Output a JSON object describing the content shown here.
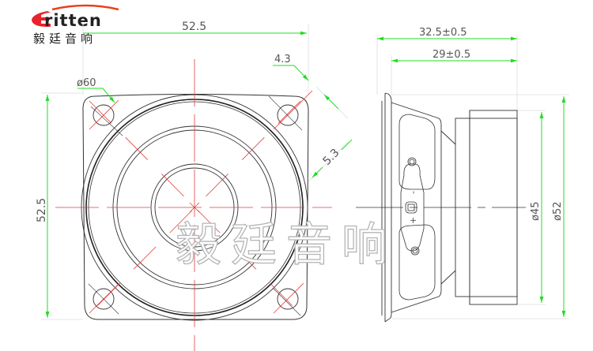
{
  "logo": {
    "brand_latin": "ritten",
    "brand_initial": "E",
    "brand_cn": "毅廷音响",
    "colors": {
      "red": "#e8232e",
      "arc": "#e8401f",
      "text": "#222222"
    }
  },
  "watermark": {
    "text": "毅廷音响"
  },
  "front_view": {
    "dimensions": {
      "width_top": "52.5",
      "height_left": "52.5",
      "hole_pitch_circle": "ø60",
      "hole_dia": "4.3",
      "corner_offset": "5.3"
    }
  },
  "side_view": {
    "dimensions": {
      "overall_depth": "32.5±0.5",
      "body_depth": "29±0.5",
      "magnet_dia": "ø45",
      "frame_dia": "ø52"
    },
    "terminal_labels": {
      "negative": "-",
      "positive": "+"
    }
  },
  "colors": {
    "dimension_line": "#22dd22",
    "center_line": "#e04040",
    "outline": "#333333",
    "dim_text": "#555555"
  }
}
